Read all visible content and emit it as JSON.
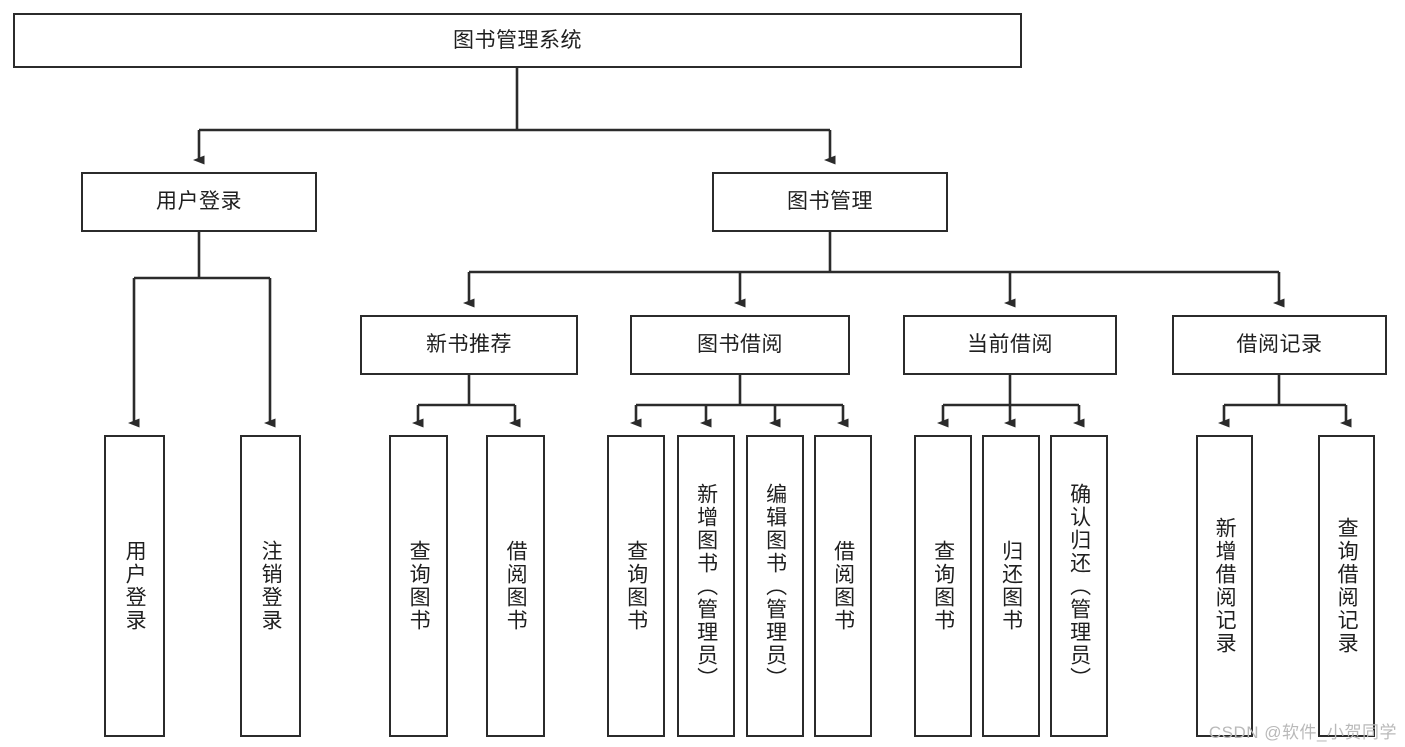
{
  "diagram": {
    "title": "图书管理系统",
    "type": "tree",
    "watermark": "CSDN @软件_小贺同学",
    "colors": {
      "stroke": "#2b2b2b",
      "fill": "#ffffff",
      "text": "#1f1f1f",
      "watermark": "#b9b9b9"
    },
    "nodes": {
      "root": {
        "label": "图书管理系统"
      },
      "level2": [
        {
          "id": "user-login",
          "label": "用户登录"
        },
        {
          "id": "book-management",
          "label": "图书管理"
        }
      ],
      "level3": [
        {
          "id": "new-book-recommend",
          "label": "新书推荐"
        },
        {
          "id": "book-borrow",
          "label": "图书借阅"
        },
        {
          "id": "current-borrow",
          "label": "当前借阅"
        },
        {
          "id": "borrow-record",
          "label": "借阅记录"
        }
      ],
      "leaves": {
        "user_login": [
          {
            "id": "leaf-user-login",
            "label": "用户登录"
          },
          {
            "id": "leaf-logout-login",
            "label": "注销登录"
          }
        ],
        "new_book_recommend": [
          {
            "id": "leaf-query-book-1",
            "label": "查询图书"
          },
          {
            "id": "leaf-borrow-book-1",
            "label": "借阅图书"
          }
        ],
        "book_borrow": [
          {
            "id": "leaf-query-book-2",
            "label": "查询图书"
          },
          {
            "id": "leaf-add-book",
            "label": "新增图书（管理员）"
          },
          {
            "id": "leaf-edit-book",
            "label": "编辑图书（管理员）"
          },
          {
            "id": "leaf-borrow-book-2",
            "label": "借阅图书"
          }
        ],
        "current_borrow": [
          {
            "id": "leaf-query-book-3",
            "label": "查询图书"
          },
          {
            "id": "leaf-return-book",
            "label": "归还图书"
          },
          {
            "id": "leaf-confirm-return",
            "label": "确认归还（管理员）"
          }
        ],
        "borrow_record": [
          {
            "id": "leaf-add-record",
            "label": "新增借阅记录"
          },
          {
            "id": "leaf-query-record",
            "label": "查询借阅记录"
          }
        ]
      }
    }
  }
}
